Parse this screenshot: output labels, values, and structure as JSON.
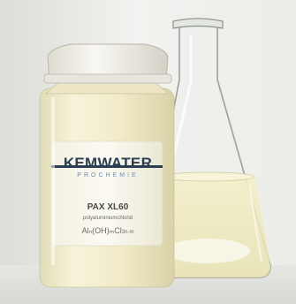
{
  "photo": {
    "bottle_label": {
      "brand": "KEMWATER",
      "sub_brand": "PROCHEMIE",
      "product": "PAX XL60",
      "description": "polyaluminiumchlorid",
      "formula_main": "Alₙ(OH)ₘCl",
      "formula_suffix": "3n-m"
    }
  },
  "colors": {
    "background": "#f0f0ee",
    "liquid": "#f1ecc6",
    "label_blue": "#2a3f52"
  }
}
